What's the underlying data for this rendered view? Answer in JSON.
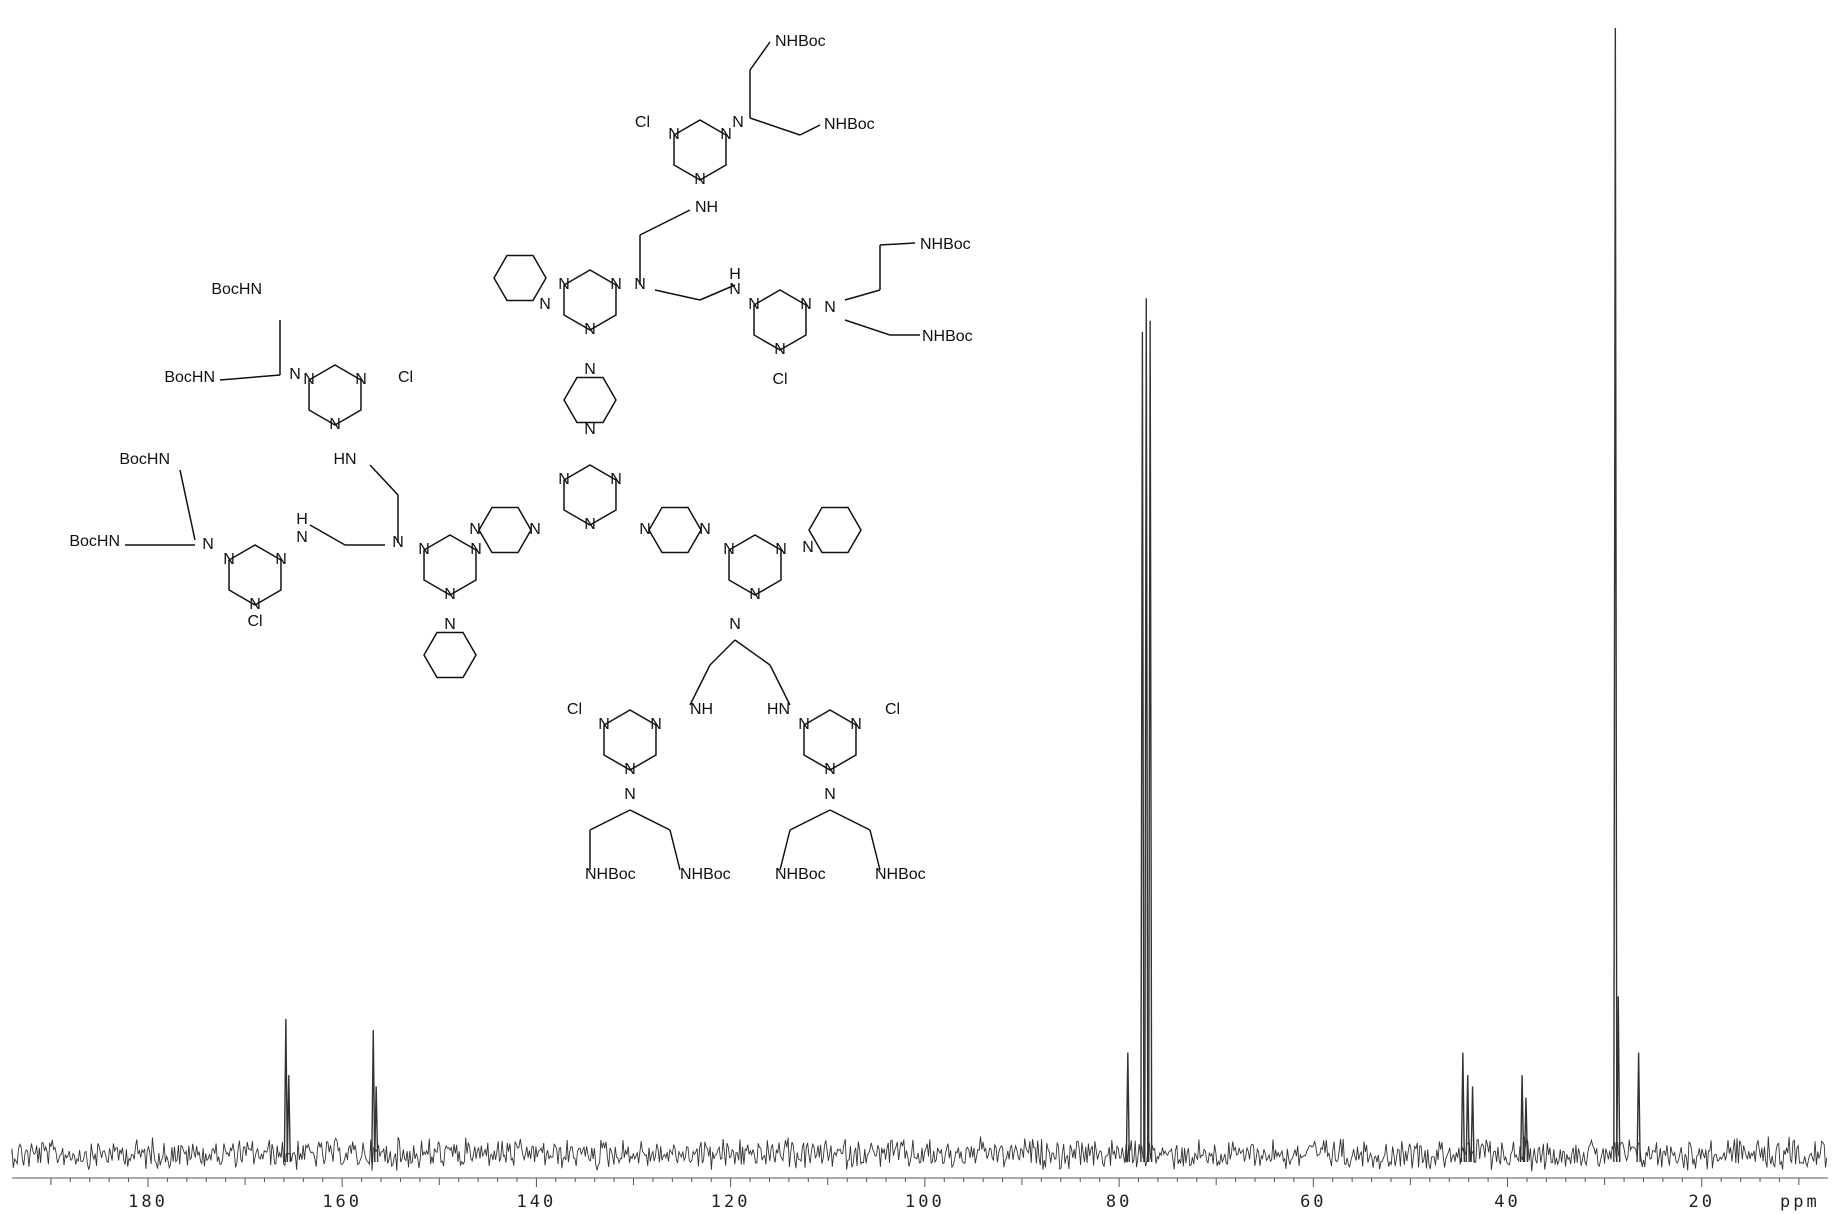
{
  "chart_data": {
    "type": "line",
    "title": "",
    "xlabel": "ppm",
    "ylabel": "",
    "xlim": [
      194,
      7
    ],
    "reversed_x": true,
    "x_ticks": [
      180,
      160,
      140,
      120,
      100,
      80,
      60,
      40,
      20
    ],
    "x_tick_labels": [
      "180",
      "160",
      "140",
      "120",
      "100",
      "80",
      "60",
      "40",
      "20"
    ],
    "grid": false,
    "legend": "none",
    "line_color": "#333333",
    "series": [
      {
        "peaks_ppm": [
          165.8,
          165.5,
          156.8,
          156.5,
          79.1,
          77.6,
          77.2,
          76.8,
          44.6,
          44.1,
          43.6,
          38.5,
          38.1,
          28.9,
          28.6,
          26.5
        ],
        "peak_relative_height": [
          0.12,
          0.07,
          0.11,
          0.06,
          0.09,
          0.73,
          0.76,
          0.74,
          0.09,
          0.07,
          0.06,
          0.07,
          0.05,
          1.0,
          0.14,
          0.09
        ]
      }
    ]
  },
  "structure": {
    "labels": {
      "cl": "Cl",
      "n": "N",
      "nh": "NH",
      "hn": "HN",
      "h": "H",
      "nhboc": "NHBoc",
      "bochn": "BocHN"
    }
  }
}
